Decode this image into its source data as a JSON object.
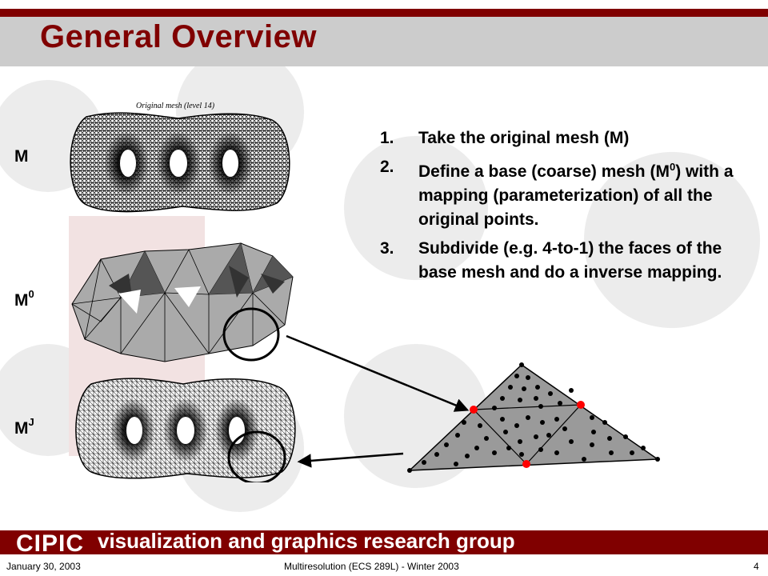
{
  "slide": {
    "title": "General Overview",
    "mesh_caption": "Original mesh (level 14)",
    "labels": {
      "m": "M",
      "m0_base": "M",
      "m0_sup": "0",
      "mj_base": "M",
      "mj_sup": "J"
    },
    "steps": [
      {
        "num": "1.",
        "text": "Take the original mesh (M)"
      },
      {
        "num": "2.",
        "text_a": "Define a base (coarse) mesh (M",
        "text_sup": "0",
        "text_b": ") with a mapping (parameterization)  of all the original points."
      },
      {
        "num": "3.",
        "text": "Subdivide (e.g. 4-to-1) the faces of the base mesh and do a inverse mapping."
      }
    ]
  },
  "footer": {
    "group_name": "visualization and graphics research group",
    "logo_text": "CIPIC",
    "date": "January 30, 2003",
    "course": "Multiresolution (ECS 289L) - Winter 2003",
    "page": "4"
  },
  "colors": {
    "maroon": "#800000",
    "title_band": "#cccccc",
    "red_dot": "#ff0000"
  }
}
